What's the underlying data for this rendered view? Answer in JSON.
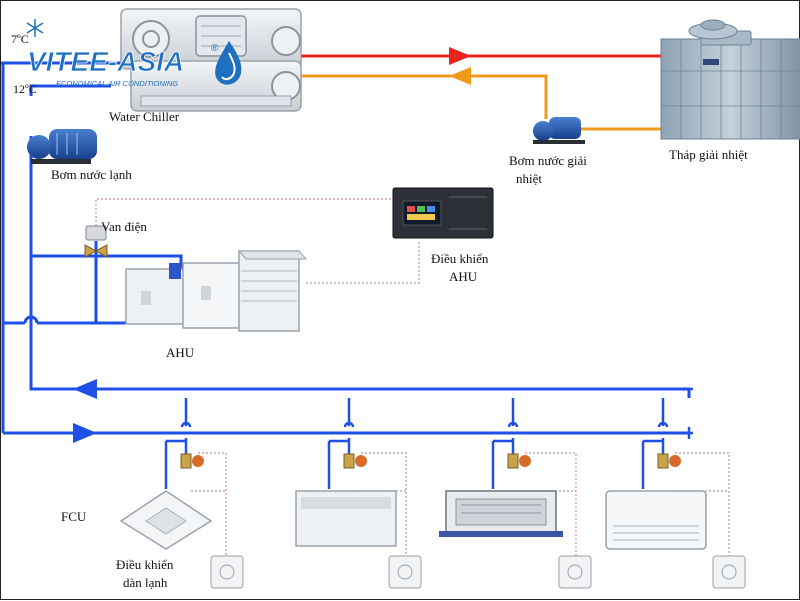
{
  "brand": {
    "name": "VITEE-ASIA",
    "tagline": "ECONOMICAL AIR CONDITIONING",
    "registered": "®",
    "colors": {
      "primary": "#1f6fc2",
      "light": "#7db6ea"
    }
  },
  "temperatures": {
    "supply": "7ºC",
    "return": "12ºC"
  },
  "labels": {
    "water_chiller": "Water Chiller",
    "chilled_pump": "Bơm nước lạnh",
    "cooling_pump_line1": "Bơm nước giải",
    "cooling_pump_line2": "nhiệt",
    "cooling_tower": "Tháp giải nhiệt",
    "electric_valve": "Van điện",
    "ahu_controller_line1": "Điều khiển",
    "ahu_controller_line2": "AHU",
    "ahu": "AHU",
    "fcu": "FCU",
    "fcu_controller_line1": "Điều khiển",
    "fcu_controller_line2": "dàn lạnh"
  },
  "colors": {
    "chilled_water": "#1e4fe6",
    "hot_water": "#e8231d",
    "cooling_return": "#f09a1c",
    "control_wire": "#c78fa0",
    "equipment_gray": "#d9dde2",
    "equipment_dark": "#3b3f46"
  },
  "icons": {
    "snowflake": "snowflake-icon",
    "pump": "pump-icon",
    "valve": "valve-icon",
    "thermostat": "thermostat-icon"
  }
}
